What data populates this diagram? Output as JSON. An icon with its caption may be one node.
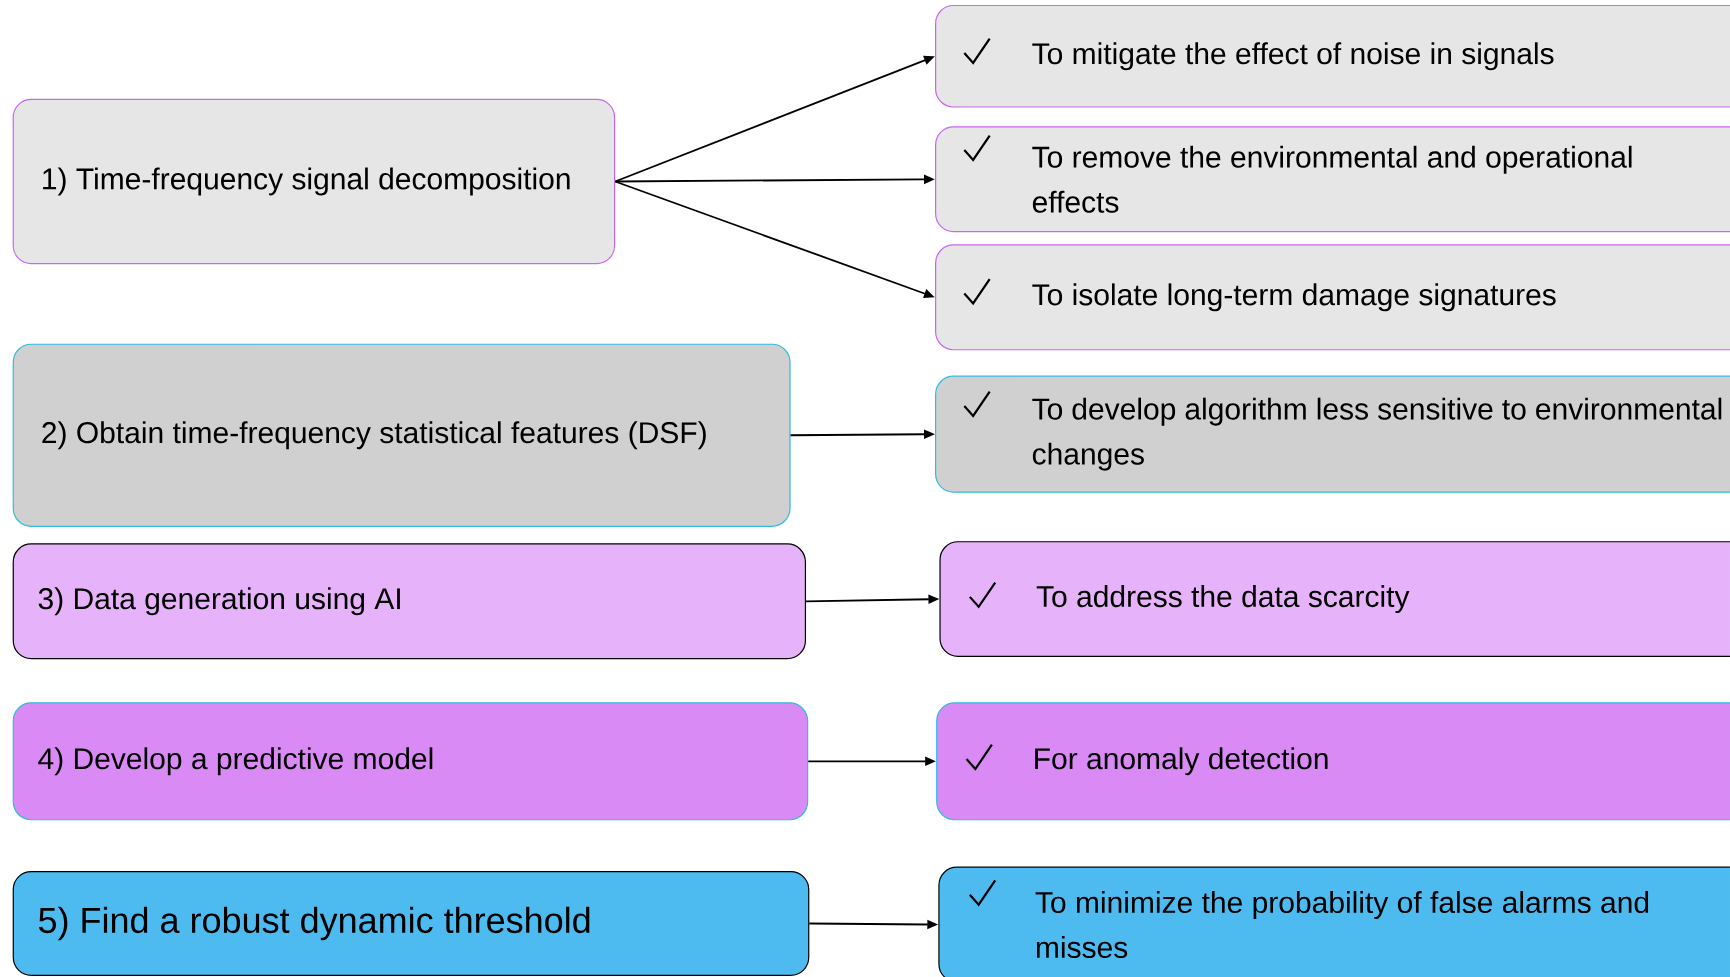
{
  "diagram": {
    "nodes": [
      {
        "text": [
          "1) Time-frequency signal decomposition"
        ]
      },
      {
        "text": [
          "To mitigate the effect of noise in signals"
        ]
      },
      {
        "text": [
          "To remove the environmental and operational effects"
        ]
      },
      {
        "text": [
          "To isolate long-term damage signatures"
        ]
      },
      {
        "text": [
          "2) Obtain time-frequency statistical features (DSF)"
        ]
      },
      {
        "text": [
          "To develop algorithm less sensitive to environmental changes"
        ]
      },
      {
        "text": [
          "3) Data generation using AI"
        ]
      },
      {
        "text": [
          "To address the data scarcity"
        ]
      },
      {
        "text": [
          "4) Develop a predictive model"
        ]
      },
      {
        "text": [
          "For anomaly detection"
        ]
      },
      {
        "text": [
          "5) Find a robust dynamic threshold"
        ]
      },
      {
        "text": [
          "To minimize the probability of false alarms and misses"
        ]
      }
    ],
    "edges": [
      {
        "from": 0,
        "to": 1,
        "arrow": "to"
      },
      {
        "from": 0,
        "to": 2,
        "arrow": "to"
      },
      {
        "from": 0,
        "to": 3,
        "arrow": "to"
      },
      {
        "from": 4,
        "to": 5,
        "arrow": "to"
      },
      {
        "from": 6,
        "to": 7,
        "arrow": "to"
      },
      {
        "from": 8,
        "to": 9,
        "arrow": "to"
      },
      {
        "from": 10,
        "to": 11,
        "arrow": "to"
      }
    ]
  }
}
